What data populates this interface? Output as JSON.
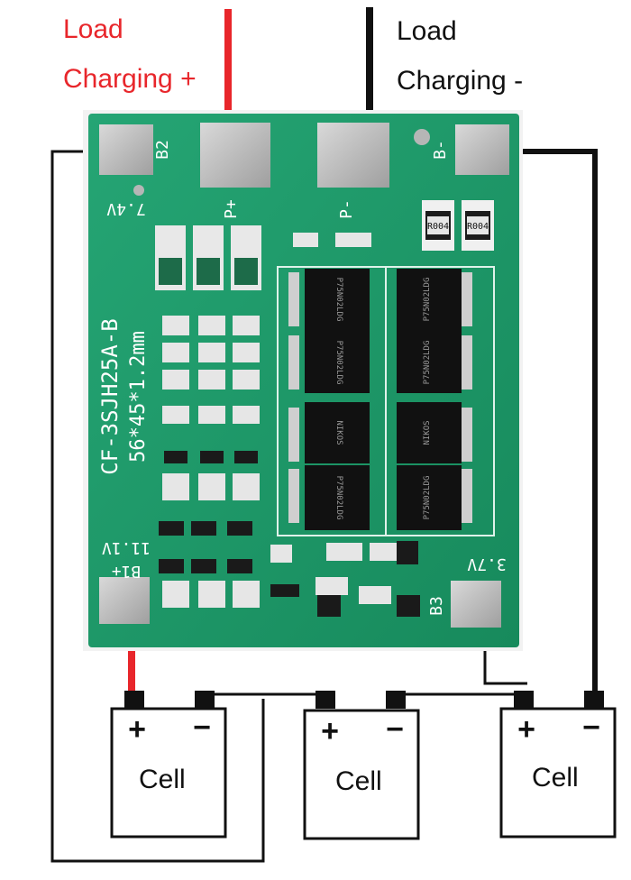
{
  "labels": {
    "load_pos": "Load",
    "charging_pos": "Charging +",
    "load_neg": "Load",
    "charging_neg": "Charging -"
  },
  "pcb": {
    "model": "CF-3SJH25A-B",
    "size": "56*45*1.2mm",
    "pad_b2": "B2",
    "pad_b_minus": "B-",
    "pad_b1_plus": "B1+",
    "pad_b3": "B3",
    "pad_p_plus": "P+",
    "pad_p_minus": "P-",
    "voltage_74": "7.4V",
    "voltage_111": "11.1V",
    "voltage_37": "3.7V",
    "resistor_label": "R004",
    "mosfet_brand": "NIKOS",
    "mosfet_part": "P75N02LDG"
  },
  "cells": [
    {
      "label": "Cell",
      "plus": "+",
      "minus": "−"
    },
    {
      "label": "Cell",
      "plus": "+",
      "minus": "−"
    },
    {
      "label": "Cell",
      "plus": "+",
      "minus": "−"
    }
  ],
  "colors": {
    "wire_positive": "#e8262b",
    "wire_negative": "#111111",
    "pcb_green": "#1f9a6a",
    "pad_gray": "#b9b9b9"
  }
}
